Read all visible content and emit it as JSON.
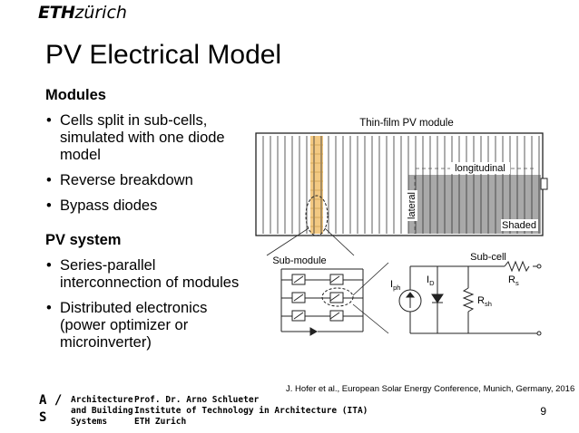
{
  "header": {
    "logo_bold": "ETH",
    "logo_rest": "zürich"
  },
  "slide": {
    "title": "PV Electrical Model",
    "modules_heading": "Modules",
    "modules_bullets": [
      "Cells split in sub-cells, simulated with one diode model",
      "Reverse breakdown",
      "Bypass diodes"
    ],
    "system_heading": "PV system",
    "system_bullets": [
      "Series-parallel interconnection of modules",
      "Distributed electronics (power optimizer or microinverter)"
    ]
  },
  "figure": {
    "module_title": "Thin-film PV module",
    "longitudinal": "longitudinal",
    "lateral": "lateral",
    "shaded": "Shaded",
    "submodule": "Sub-module",
    "subcell": "Sub-cell",
    "iph": "I",
    "iph_sub": "ph",
    "id": "I",
    "id_sub": "D",
    "rs": "R",
    "rs_sub": "s",
    "rsh": "R",
    "rsh_sub": "sh"
  },
  "citation": "J. Hofer et al., European Solar Energy Conference, Munich, Germany, 2016",
  "footer": {
    "logo_line1": "A /",
    "logo_line2": "S",
    "col1": [
      "Architecture",
      "and Building",
      "Systems"
    ],
    "col2": [
      "Prof. Dr. Arno Schlueter",
      "Institute of Technology in Architecture (ITA)",
      "ETH Zurich"
    ],
    "page_number": "9"
  },
  "colors": {
    "highlight": "#f3c982",
    "shaded": "#a9a9a9",
    "text": "#000000"
  }
}
